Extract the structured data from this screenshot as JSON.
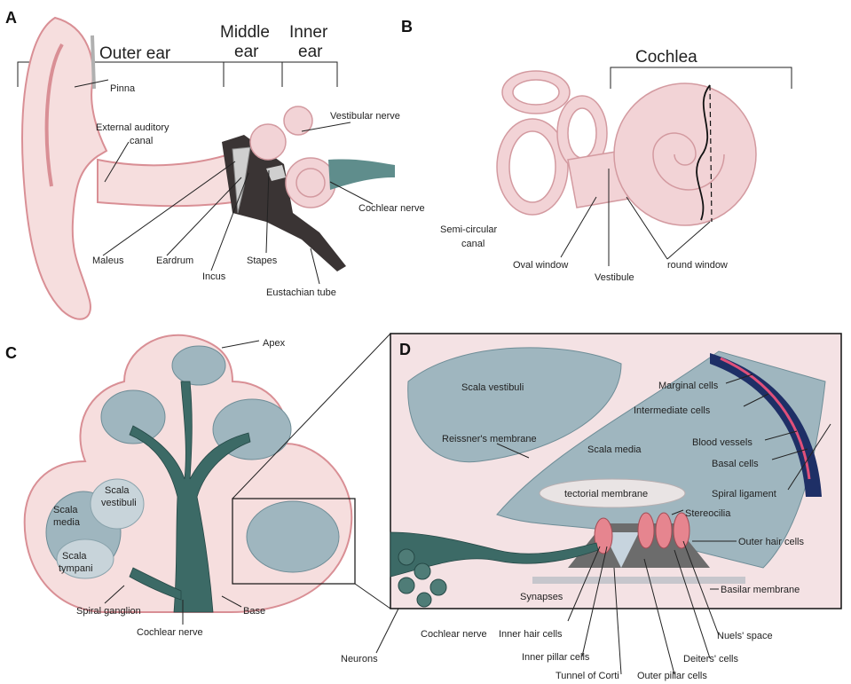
{
  "panels": {
    "a": "A",
    "b": "B",
    "c": "C",
    "d": "D"
  },
  "panel_a": {
    "outer_ear": "Outer ear",
    "middle_ear_1": "Middle",
    "middle_ear_2": "ear",
    "inner_ear_1": "Inner",
    "inner_ear_2": "ear",
    "pinna": "Pinna",
    "external_canal_1": "External auditory",
    "external_canal_2": "canal",
    "vestibular_nerve": "Vestibular nerve",
    "cochlear_nerve": "Cochlear nerve",
    "maleus": "Maleus",
    "eardrum": "Eardrum",
    "incus": "Incus",
    "stapes": "Stapes",
    "eustachian_tube": "Eustachian tube"
  },
  "panel_b": {
    "cochlea": "Cochlea",
    "semicircular_1": "Semi-circular",
    "semicircular_2": "canal",
    "oval_window": "Oval window",
    "vestibule": "Vestibule",
    "round_window": "round window"
  },
  "panel_c": {
    "apex": "Apex",
    "scala_media_1": "Scala",
    "scala_media_2": "media",
    "scala_vestibuli_1": "Scala",
    "scala_vestibuli_2": "vestibuli",
    "scala_tympani_1": "Scala",
    "scala_tympani_2": "tympani",
    "spiral_ganglion": "Spiral ganglion",
    "base": "Base",
    "cochlear_nerve": "Cochlear nerve",
    "neurons": "Neurons"
  },
  "panel_d": {
    "scala_vestibuli": "Scala vestibuli",
    "marginal_cells": "Marginal cells",
    "intermediate_cells": "Intermediate cells",
    "reissners_membrane": "Reissner's membrane",
    "scala_media": "Scala media",
    "blood_vessels": "Blood vessels",
    "basal_cells": "Basal cells",
    "spiral_ligament": "Spiral ligament",
    "tectorial_membrane": "tectorial membrane",
    "stereocilia": "Stereocilia",
    "outer_hair_cells": "Outer hair cells",
    "basilar_membrane": "Basilar membrane",
    "synapses": "Synapses",
    "cochlear_nerve": "Cochlear nerve",
    "inner_hair_cells": "Inner hair cells",
    "inner_pillar_cells": "Inner pillar cells",
    "tunnel_of_corti": "Tunnel of Corti",
    "outer_pillar_cells": "Outer pillar cells",
    "deiters_cells": "Deiters' cells",
    "nuels_space": "Nuels' space"
  },
  "colors": {
    "skin": "#f6dede",
    "tissue_pink": "#f2d3d6",
    "fluid_teal": "#9fb6bf",
    "nerve": "#3c6a66",
    "stria_dark": "#1e2f66",
    "stria_accent": "#e0507a"
  }
}
